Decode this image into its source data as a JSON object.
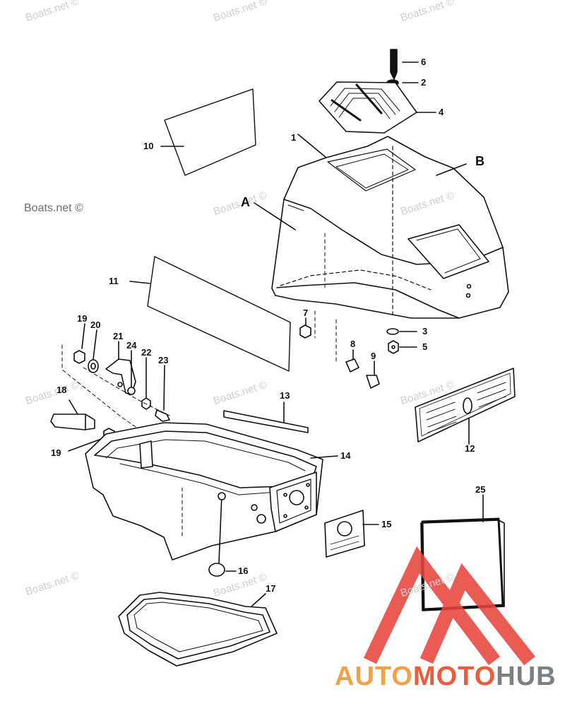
{
  "watermarks": {
    "text": "Boats.net ©"
  },
  "callouts": {
    "n1": "1",
    "n2": "2",
    "n3": "3",
    "n4": "4",
    "n5": "5",
    "n6": "6",
    "n7": "7",
    "n8": "8",
    "n9": "9",
    "n10": "10",
    "n11": "11",
    "n12": "12",
    "n13": "13",
    "n14": "14",
    "n15": "15",
    "n16": "16",
    "n17": "17",
    "n18": "18",
    "n19a": "19",
    "n19b": "19",
    "n20": "20",
    "n21": "21",
    "n22": "22",
    "n23": "23",
    "n24": "24",
    "n25": "25",
    "letter_a": "A",
    "letter_b": "B"
  },
  "brand": {
    "part1": "AUTO",
    "part2": "MOTO",
    "part3": "HUB",
    "colors": {
      "orange": "#f0a24a",
      "red": "#ee5a3c",
      "gray": "#7b7f86",
      "logo": "#e8453c"
    }
  }
}
